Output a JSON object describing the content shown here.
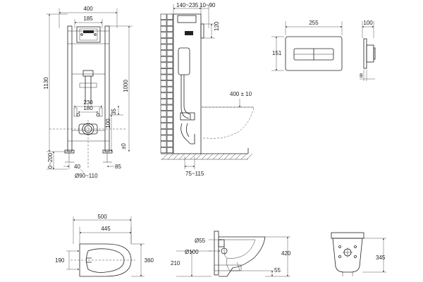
{
  "front_view": {
    "width_total": "400",
    "plate_width": "185",
    "height_total": "1130",
    "frame_height": "1000",
    "adjust_range": "0~200",
    "pipe_spacing_outer": "230",
    "pipe_spacing_inner": "180",
    "inlet_height": "35",
    "drain_height": "100",
    "foot_offset": "40",
    "foot_width": "85",
    "drain_diameter": "Ø90~110",
    "floor_mark": "±0"
  },
  "side_view": {
    "depth_range": "140~235",
    "depth_range_2": "10~90",
    "tank_height": "120",
    "bolt_height": "400 ± 10",
    "outlet_offset": "75~115"
  },
  "button_front": {
    "width": "255",
    "height": "151"
  },
  "button_side": {
    "depth": "100",
    "thickness": "8"
  },
  "bowl_plan": {
    "length_total": "500",
    "length_inner": "445",
    "bolt_spacing": "190",
    "width_total": "360"
  },
  "bowl_side": {
    "inlet_diameter": "Ø55",
    "outlet_diameter": "Ø100",
    "outlet_height": "210",
    "bowl_height": "420",
    "foot_height": "55"
  },
  "bowl_rear": {
    "height": "345"
  }
}
